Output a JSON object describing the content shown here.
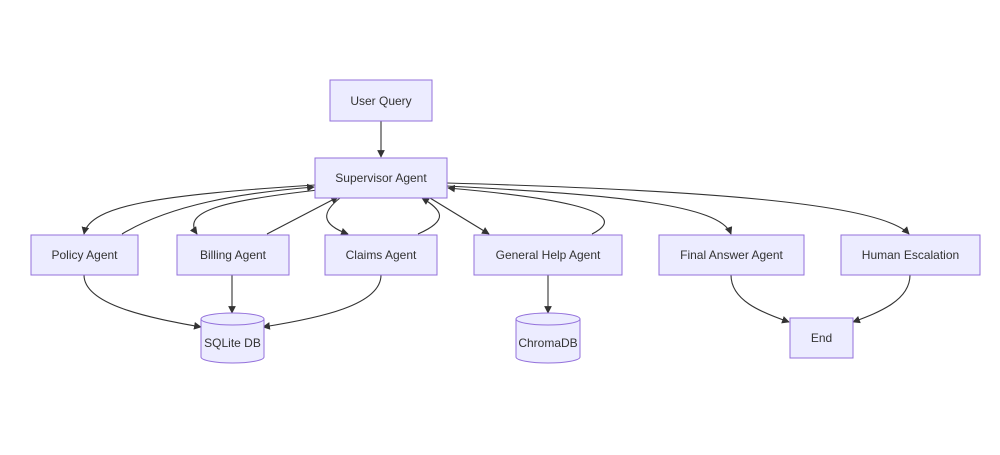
{
  "diagram": {
    "nodes": {
      "user_query": "User Query",
      "supervisor": "Supervisor Agent",
      "policy": "Policy Agent",
      "billing": "Billing Agent",
      "claims": "Claims Agent",
      "general_help": "General Help Agent",
      "final_answer": "Final Answer Agent",
      "human_escalation": "Human Escalation",
      "sqlite_db": "SQLite DB",
      "chromadb": "ChromaDB",
      "end": "End"
    },
    "edges": [
      {
        "from": "user_query",
        "to": "supervisor"
      },
      {
        "from": "supervisor",
        "to": "policy"
      },
      {
        "from": "policy",
        "to": "supervisor"
      },
      {
        "from": "supervisor",
        "to": "billing"
      },
      {
        "from": "billing",
        "to": "supervisor"
      },
      {
        "from": "supervisor",
        "to": "claims"
      },
      {
        "from": "claims",
        "to": "supervisor"
      },
      {
        "from": "supervisor",
        "to": "general_help"
      },
      {
        "from": "general_help",
        "to": "supervisor"
      },
      {
        "from": "supervisor",
        "to": "final_answer"
      },
      {
        "from": "supervisor",
        "to": "human_escalation"
      },
      {
        "from": "policy",
        "to": "sqlite_db"
      },
      {
        "from": "billing",
        "to": "sqlite_db"
      },
      {
        "from": "claims",
        "to": "sqlite_db"
      },
      {
        "from": "general_help",
        "to": "chromadb"
      },
      {
        "from": "final_answer",
        "to": "end"
      },
      {
        "from": "human_escalation",
        "to": "end"
      }
    ],
    "colors": {
      "node_fill": "#ECECFF",
      "node_stroke": "#9370DB",
      "edge": "#333333",
      "text": "#333333"
    }
  }
}
